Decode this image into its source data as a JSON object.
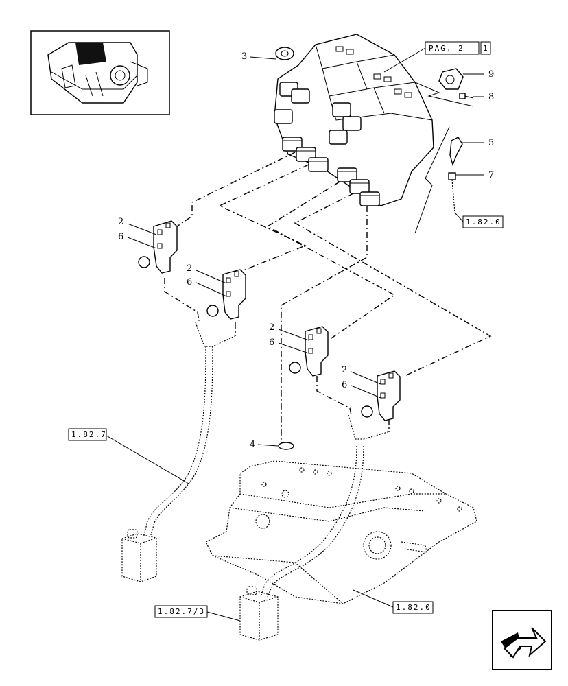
{
  "callouts": {
    "c3": "3",
    "c9": "9",
    "c8": "8",
    "c5": "5",
    "c7": "7",
    "c4": "4",
    "v1_2": "2",
    "v1_6": "6",
    "v2_2": "2",
    "v2_6": "6",
    "v3_2": "2",
    "v3_6": "6",
    "v4_2": "2",
    "v4_6": "6"
  },
  "refs": {
    "pag_label": "PAG. 2",
    "pag_num": "1",
    "r1820_top": "1.82.0",
    "r1827": "1.82.7",
    "r18273": "1.82.7/3",
    "r1820_bottom": "1.82.0"
  },
  "colors": {
    "line": "#000000",
    "background": "#ffffff"
  },
  "icons": [
    "thumbnail-preview",
    "next-page-arrow-icon"
  ]
}
